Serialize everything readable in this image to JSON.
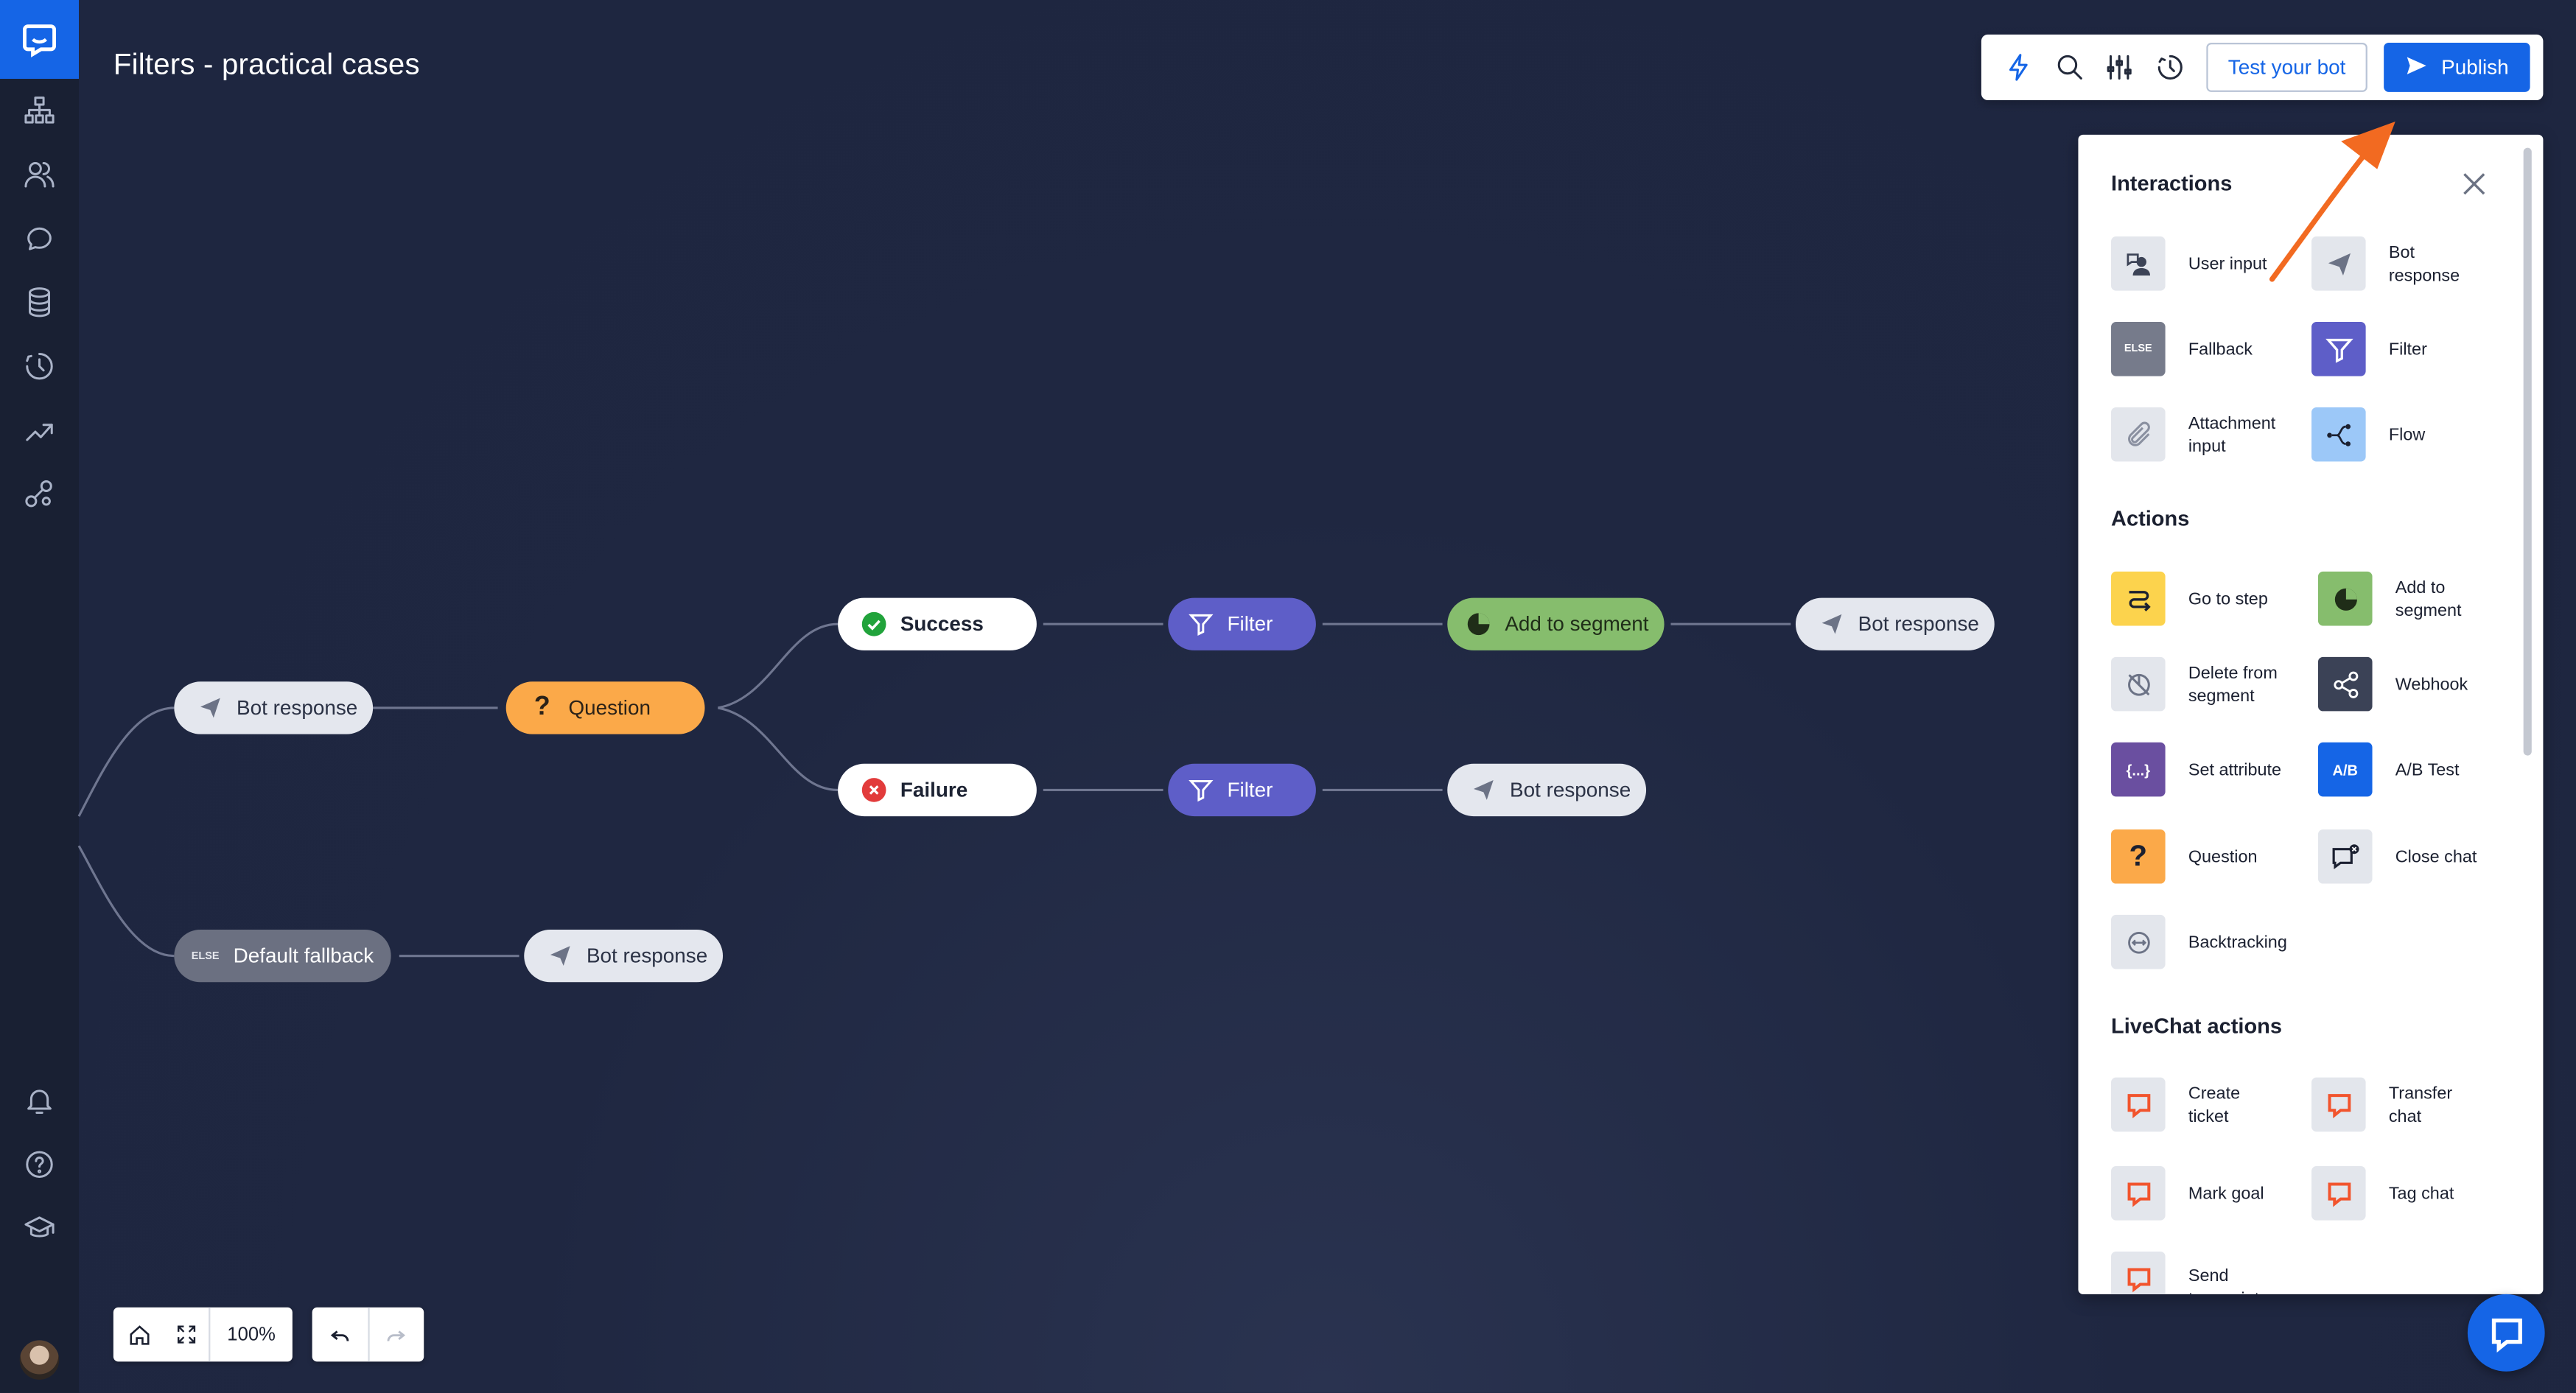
{
  "app": {
    "title": "Filters - practical cases"
  },
  "sidebar": {
    "items": [
      {
        "icon": "chat-logo-icon"
      },
      {
        "icon": "sitemap-icon"
      },
      {
        "icon": "users-icon"
      },
      {
        "icon": "chat-bubbles-icon"
      },
      {
        "icon": "database-icon"
      },
      {
        "icon": "history-icon"
      },
      {
        "icon": "trending-icon"
      },
      {
        "icon": "integrations-icon"
      },
      {
        "icon": "bell-icon"
      },
      {
        "icon": "help-icon"
      },
      {
        "icon": "graduation-cap-icon"
      }
    ]
  },
  "toolbar": {
    "icons": [
      "lightning-icon",
      "search-icon",
      "sliders-icon",
      "history-icon"
    ],
    "test_label": "Test your bot",
    "publish_label": "Publish"
  },
  "flow": {
    "nodes": {
      "bot_response_1": "Bot response",
      "question": "Question",
      "success": "Success",
      "failure": "Failure",
      "filter_1": "Filter",
      "filter_2": "Filter",
      "add_to_segment": "Add to segment",
      "bot_response_2": "Bot response",
      "bot_response_3": "Bot response",
      "default_fallback": "Default fallback",
      "default_fallback_badge": "ELSE",
      "bot_response_4": "Bot response"
    }
  },
  "panel": {
    "interactions_title": "Interactions",
    "interactions": [
      {
        "label": [
          "User input"
        ],
        "icon": "user-input-icon"
      },
      {
        "label": [
          "Bot",
          "response"
        ],
        "icon": "paper-plane-icon"
      },
      {
        "label": [
          "Fallback"
        ],
        "icon": "else-icon",
        "badge": "ELSE"
      },
      {
        "label": [
          "Filter"
        ],
        "icon": "filter-icon"
      },
      {
        "label": [
          "Attachment",
          "input"
        ],
        "icon": "paperclip-icon"
      },
      {
        "label": [
          "Flow"
        ],
        "icon": "flow-icon"
      }
    ],
    "actions_title": "Actions",
    "actions": [
      {
        "label": [
          "Go to step"
        ],
        "icon": "go-to-step-icon"
      },
      {
        "label": [
          "Add to",
          "segment"
        ],
        "icon": "add-segment-icon"
      },
      {
        "label": [
          "Delete from",
          "segment"
        ],
        "icon": "delete-segment-icon"
      },
      {
        "label": [
          "Webhook"
        ],
        "icon": "webhook-icon"
      },
      {
        "label": [
          "Set attribute"
        ],
        "icon": "braces-icon",
        "badge": "{...}"
      },
      {
        "label": [
          "A/B Test"
        ],
        "icon": "ab-test-icon",
        "badge": "A/B"
      },
      {
        "label": [
          "Question"
        ],
        "icon": "question-icon",
        "badge": "?"
      },
      {
        "label": [
          "Close chat"
        ],
        "icon": "close-chat-icon"
      },
      {
        "label": [
          "Backtracking"
        ],
        "icon": "backtracking-icon"
      }
    ],
    "livechat_title": "LiveChat actions",
    "livechat_actions": [
      {
        "label": [
          "Create",
          "ticket"
        ],
        "icon": "livechat-icon"
      },
      {
        "label": [
          "Transfer",
          "chat"
        ],
        "icon": "livechat-icon"
      },
      {
        "label": [
          "Mark goal"
        ],
        "icon": "livechat-icon"
      },
      {
        "label": [
          "Tag chat"
        ],
        "icon": "livechat-icon"
      },
      {
        "label": [
          "Send",
          "transcript"
        ],
        "icon": "livechat-icon"
      }
    ]
  },
  "controls": {
    "zoom": "100%"
  },
  "colors": {
    "accent": "#1565e6",
    "canvas": "#1e2640",
    "question": "#fba949",
    "filter": "#5e5ec8",
    "segment": "#86bd6d",
    "arrow": "#f26a21"
  }
}
